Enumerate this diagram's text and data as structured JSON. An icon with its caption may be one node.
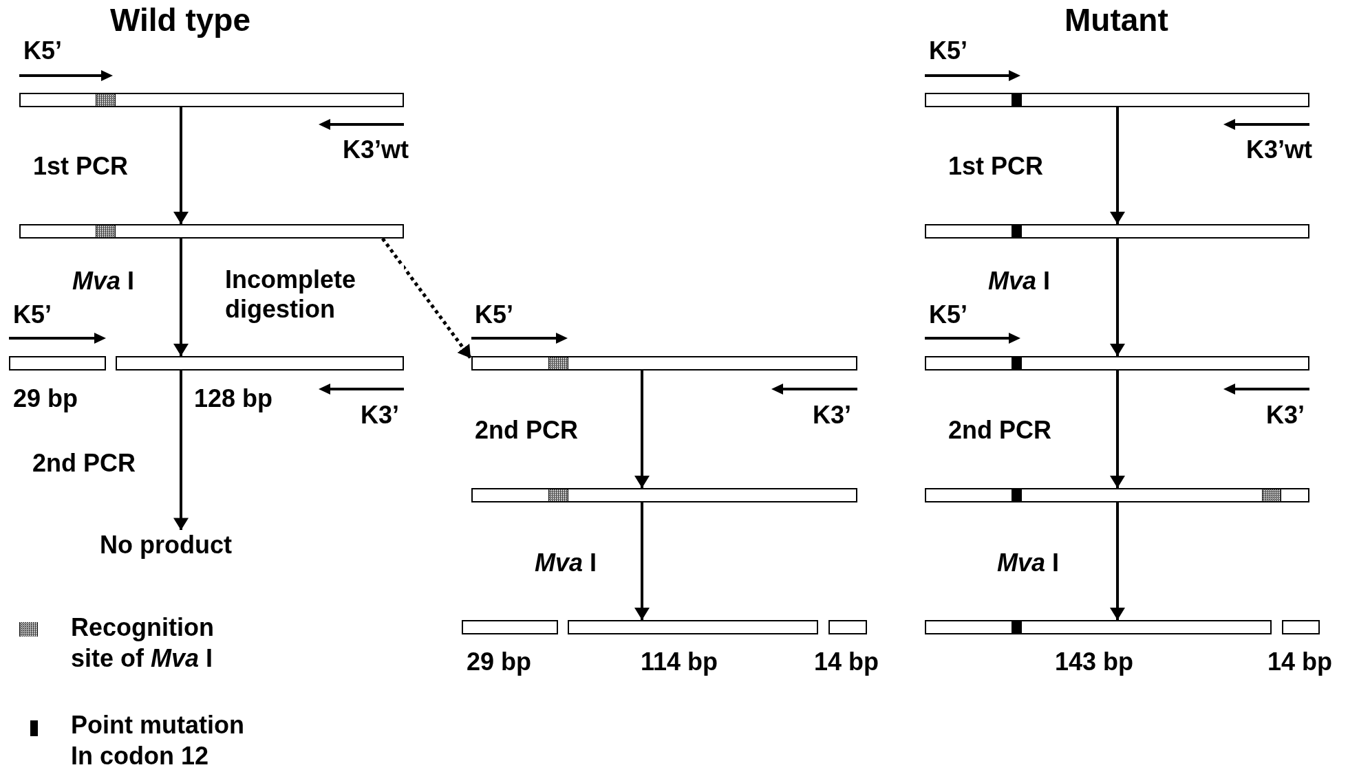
{
  "diagram": {
    "nodes": [
      {
        "text": [],
        "shape": "bar"
      },
      {
        "text": [],
        "shape": "bar"
      },
      {
        "text": [],
        "shape": "bar",
        "beside": [
          "29 bp"
        ]
      },
      {
        "text": [],
        "shape": "bar",
        "beside": [
          "128 bp"
        ]
      },
      {
        "text": [
          "No product"
        ]
      },
      {
        "text": [],
        "shape": "bar"
      },
      {
        "text": [],
        "shape": "bar"
      },
      {
        "text": [],
        "shape": "bar",
        "beside": [
          "29 bp"
        ]
      },
      {
        "text": [],
        "shape": "bar",
        "beside": [
          "114 bp"
        ]
      },
      {
        "text": [],
        "shape": "bar",
        "beside": [
          "14 bp"
        ]
      },
      {
        "text": [],
        "shape": "bar"
      },
      {
        "text": [],
        "shape": "bar"
      },
      {
        "text": [],
        "shape": "bar"
      },
      {
        "text": [],
        "shape": "bar"
      },
      {
        "text": [],
        "shape": "bar",
        "beside": [
          "143 bp"
        ]
      },
      {
        "text": [],
        "shape": "bar",
        "beside": [
          "14 bp"
        ]
      }
    ],
    "edges": [
      {
        "from": 0,
        "to": 1,
        "arrow": "to",
        "label": "1st PCR"
      },
      {
        "from": 1,
        "to": 3,
        "arrow": "to",
        "label": "*Mva* I"
      },
      {
        "from": 3,
        "to": 4,
        "arrow": "to",
        "label": "2nd PCR"
      },
      {
        "from": 1,
        "to": 5,
        "arrow": "to",
        "label": "Incomplete digestion",
        "style": "dashed"
      },
      {
        "from": 5,
        "to": 6,
        "arrow": "to",
        "label": "2nd PCR"
      },
      {
        "from": 6,
        "to": 8,
        "arrow": "to",
        "label": "*Mva* I"
      },
      {
        "from": 10,
        "to": 11,
        "arrow": "to",
        "label": "1st PCR"
      },
      {
        "from": 11,
        "to": 12,
        "arrow": "to",
        "label": "*Mva* I"
      },
      {
        "from": 12,
        "to": 13,
        "arrow": "to",
        "label": "2nd PCR"
      },
      {
        "from": 13,
        "to": 14,
        "arrow": "to",
        "label": "*Mva* I"
      }
    ],
    "labels": [
      "Wild type",
      "Mutant",
      "K5’",
      "K5’",
      "K3’wt",
      "K3’wt",
      "K5’",
      "K5’",
      "K5’",
      "K3’",
      "K3’",
      "K3’"
    ],
    "legend": [
      {
        "text": "Recognition site of *Mva* I"
      },
      {
        "text": "Point mutation In codon 12"
      }
    ]
  }
}
